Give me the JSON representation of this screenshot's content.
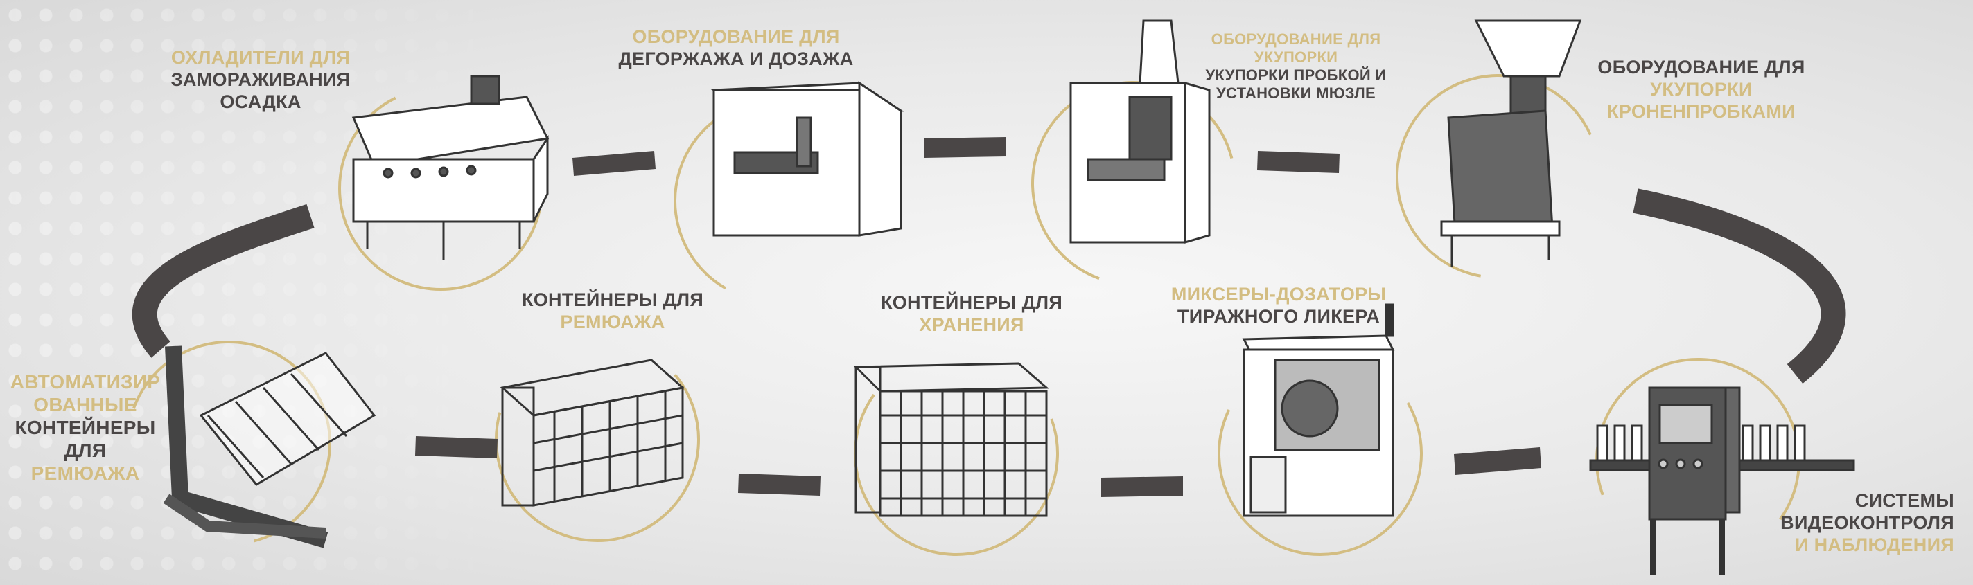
{
  "colors": {
    "gold": "#d3bd82",
    "dark": "#4a4646"
  },
  "stations": [
    {
      "id": "freezers",
      "lines": [
        {
          "text": "ОХЛАДИТЕЛИ ДЛЯ",
          "tone": "gold"
        },
        {
          "text": "ЗАМОРАЖИВАНИЯ",
          "tone": "dark"
        },
        {
          "text": "ОСАДКА",
          "tone": "dark"
        }
      ]
    },
    {
      "id": "disgorging",
      "lines": [
        {
          "text": "ОБОРУДОВАНИЕ ДЛЯ",
          "tone": "gold"
        },
        {
          "text": "ДЕГОРЖАЖА И ДОЗАЖА",
          "tone": "dark"
        }
      ]
    },
    {
      "id": "corking",
      "lines": [
        {
          "text": "ОБОРУДОВАНИЕ ДЛЯ",
          "tone": "gold"
        },
        {
          "text": "УКУПОРКИ",
          "tone": "gold"
        },
        {
          "text": "УКУПОРКИ ПРОБКОЙ И",
          "tone": "dark"
        },
        {
          "text": "УСТАНОВКИ МЮЗЛЕ",
          "tone": "dark"
        }
      ]
    },
    {
      "id": "crown-capping",
      "lines": [
        {
          "text": "ОБОРУДОВАНИЕ ДЛЯ",
          "tone": "dark"
        },
        {
          "text": "УКУПОРКИ",
          "tone": "gold"
        },
        {
          "text": "КРОНЕНПРОБКАМИ",
          "tone": "gold"
        }
      ]
    },
    {
      "id": "riddling-containers",
      "lines": [
        {
          "text": "КОНТЕЙНЕРЫ ДЛЯ",
          "tone": "dark"
        },
        {
          "text": "РЕМЮАЖА",
          "tone": "gold"
        }
      ]
    },
    {
      "id": "storage-containers",
      "lines": [
        {
          "text": "КОНТЕЙНЕРЫ ДЛЯ",
          "tone": "dark"
        },
        {
          "text": "ХРАНЕНИЯ",
          "tone": "gold"
        }
      ]
    },
    {
      "id": "mixers",
      "lines": [
        {
          "text": "МИКСЕРЫ-ДОЗАТОРЫ",
          "tone": "gold"
        },
        {
          "text": "ТИРАЖНОГО ЛИКЕРА",
          "tone": "dark"
        }
      ]
    },
    {
      "id": "auto-riddling",
      "lines": [
        {
          "text": "АВТОМАТИЗИР",
          "tone": "gold"
        },
        {
          "text": "ОВАННЫЕ",
          "tone": "gold"
        },
        {
          "text": "КОНТЕЙНЕРЫ",
          "tone": "dark"
        },
        {
          "text": "ДЛЯ",
          "tone": "dark"
        },
        {
          "text": "РЕМЮАЖА",
          "tone": "gold"
        }
      ]
    },
    {
      "id": "video-control",
      "lines": [
        {
          "text": "СИСТЕМЫ",
          "tone": "dark"
        },
        {
          "text": "ВИДЕОКОНТРОЛЯ",
          "tone": "dark"
        },
        {
          "text": "И НАБЛЮДЕНИЯ",
          "tone": "gold"
        }
      ]
    }
  ]
}
